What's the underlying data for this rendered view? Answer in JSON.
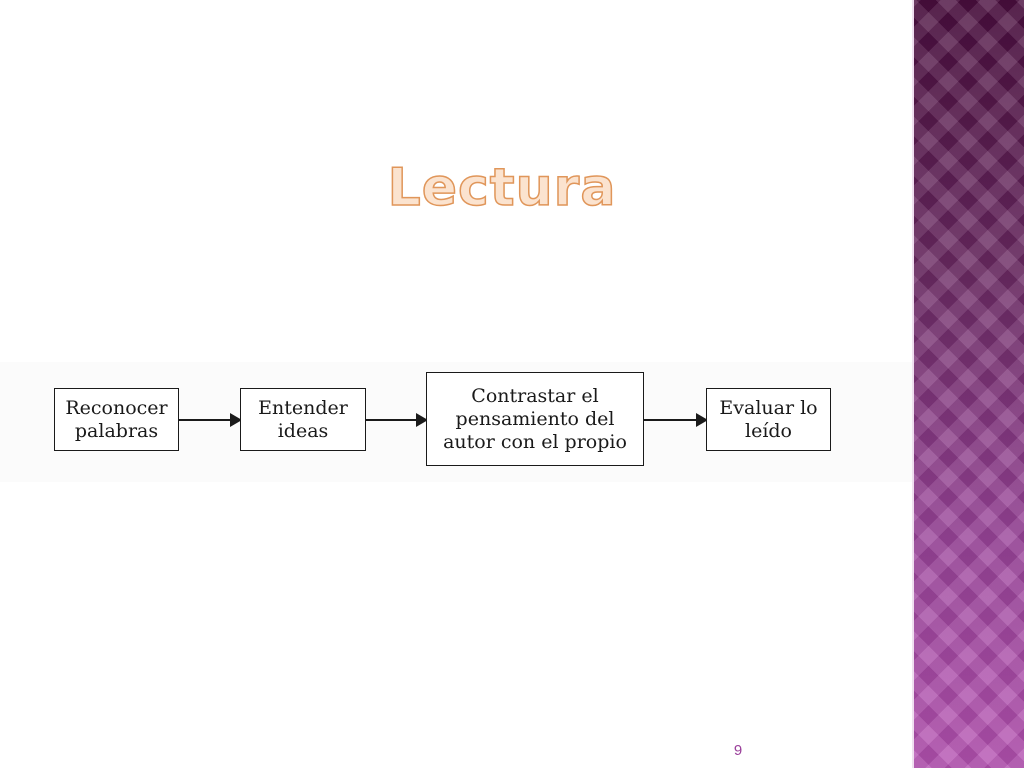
{
  "slide": {
    "title": "Lectura",
    "page_number": "9"
  },
  "diagram": {
    "steps": [
      "Reconocer\npalabras",
      "Entender\nideas",
      "Contrastar el\npensamiento del\nautor con el propio",
      "Evaluar lo\nleído"
    ]
  },
  "colors": {
    "title_fill": "#fbe3cf",
    "title_outline": "#e0965a",
    "side_band": "#8a3a8a",
    "page_number": "#9a3f9a"
  }
}
